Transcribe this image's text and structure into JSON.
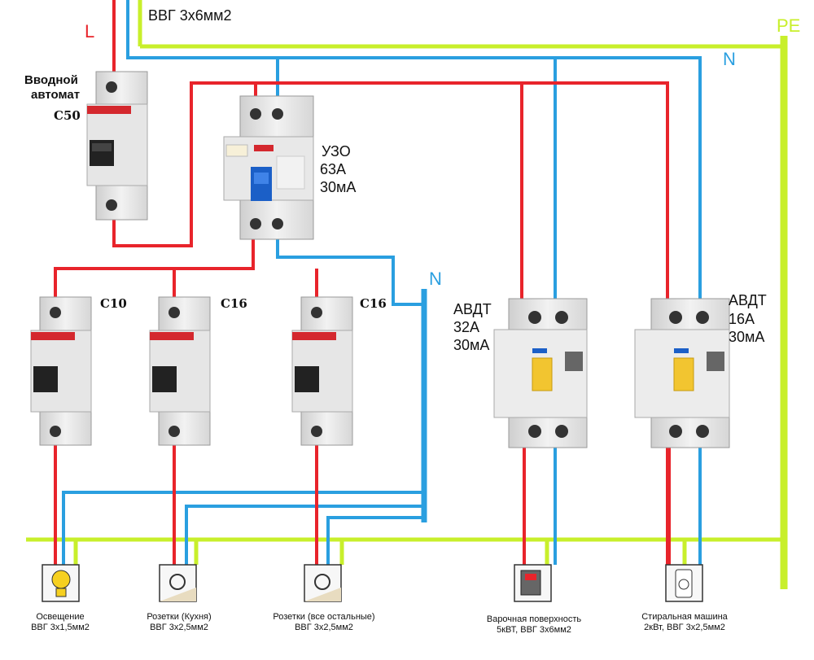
{
  "wire_labels": {
    "L": "L",
    "N_top": "N",
    "N_bus": "N",
    "PE": "PE",
    "input_cable": "ВВГ 3х6мм2"
  },
  "colors": {
    "phase": "#e8242b",
    "neutral": "#2a9fe0",
    "pe": "#c8ef2b"
  },
  "input_breaker": {
    "title_line1": "Вводной",
    "title_line2": "автомат",
    "rating": "C50"
  },
  "rcd": {
    "line1": "УЗО",
    "line2": "63А",
    "line3": "30мА"
  },
  "breakers": [
    {
      "rating": "C10"
    },
    {
      "rating": "C16"
    },
    {
      "rating": "C16"
    }
  ],
  "rcbos": [
    {
      "line1": "АВДТ",
      "line2": "32А",
      "line3": "30мА"
    },
    {
      "line1": "АВДТ",
      "line2": "16А",
      "line3": "30мА"
    }
  ],
  "loads": [
    {
      "name": "Освещение",
      "cable": "ВВГ 3х1,5мм2",
      "icon": "lamp-icon"
    },
    {
      "name": "Розетки (Кухня)",
      "cable": "ВВГ 3х2,5мм2",
      "icon": "socket-icon"
    },
    {
      "name": "Розетки (все остальные)",
      "cable": "ВВГ 3х2,5мм2",
      "icon": "socket-icon"
    },
    {
      "name": "Варочная поверхность",
      "cable": "5кВТ, ВВГ 3х6мм2",
      "icon": "cooktop-icon"
    },
    {
      "name": "Стиральная машина",
      "cable": "2кВт, ВВГ 3х2,5мм2",
      "icon": "washer-icon"
    }
  ]
}
